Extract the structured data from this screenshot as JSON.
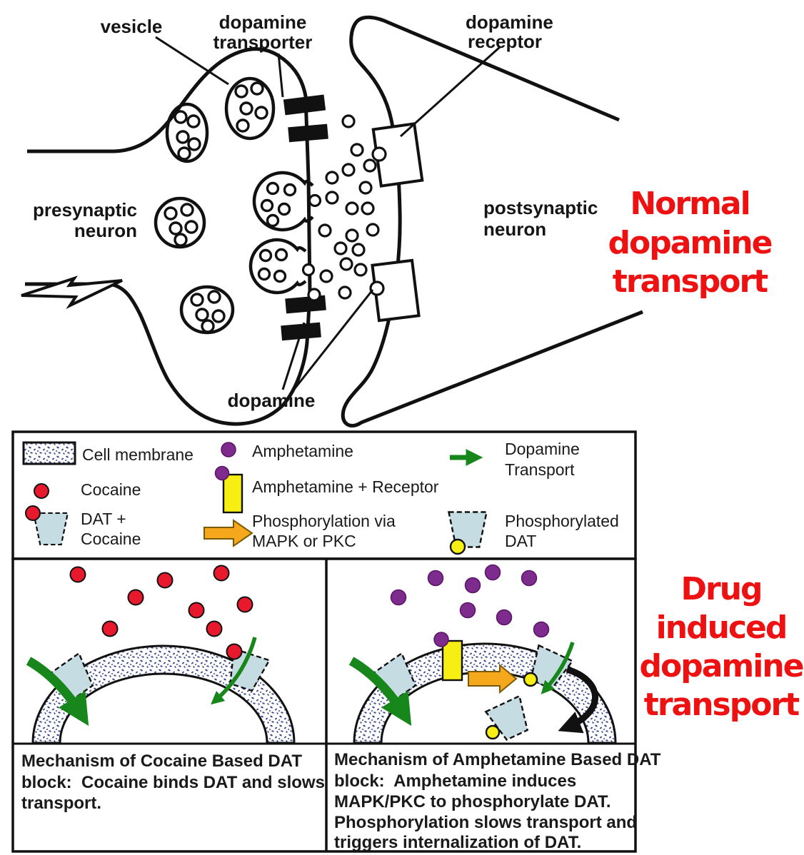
{
  "colors": {
    "red_title": "#ee1111",
    "cocaine_red": "#e8192c",
    "amphetamine_purple": "#7d2b8d",
    "dat_blue": "#c5dde2",
    "receptor_yellow": "#f7ef13",
    "phospho_orange": "#f5a81c",
    "transport_green": "#17871b",
    "membrane_stipple_blue": "#3c4a90"
  },
  "top_diagram": {
    "labels": {
      "vesicle": "vesicle",
      "dopamine_transporter": [
        "dopamine",
        "transporter"
      ],
      "dopamine_receptor": [
        "dopamine",
        "receptor"
      ],
      "presynaptic_neuron": [
        "presynaptic",
        "neuron"
      ],
      "postsynaptic_neuron": [
        "postsynaptic",
        "neuron"
      ],
      "dopamine": "dopamine"
    },
    "title_lines": [
      "Normal",
      "dopamine",
      "transport"
    ]
  },
  "legend": {
    "cell_membrane": "Cell membrane",
    "cocaine": "Cocaine",
    "dat_cocaine": [
      "DAT +",
      "Cocaine"
    ],
    "amphetamine": "Amphetamine",
    "amphetamine_receptor": "Amphetamine + Receptor",
    "phosphorylation": [
      "Phosphorylation via",
      "MAPK or PKC"
    ],
    "dopamine_transport": [
      "Dopamine",
      "Transport"
    ],
    "phosphorylated_dat": [
      "Phosphorylated",
      "DAT"
    ]
  },
  "panels": {
    "cocaine_caption": [
      "Mechanism of Cocaine Based DAT",
      "block:  Cocaine binds DAT and slows",
      "transport."
    ],
    "amphetamine_caption": [
      "Mechanism of Amphetamine Based DAT",
      "block:  Amphetamine induces",
      "MAPK/PKC to phosphorylate DAT.",
      "Phosphorylation slows transport and",
      "triggers internalization of DAT."
    ],
    "title_lines": [
      "Drug",
      "induced",
      "dopamine",
      "transport"
    ]
  }
}
